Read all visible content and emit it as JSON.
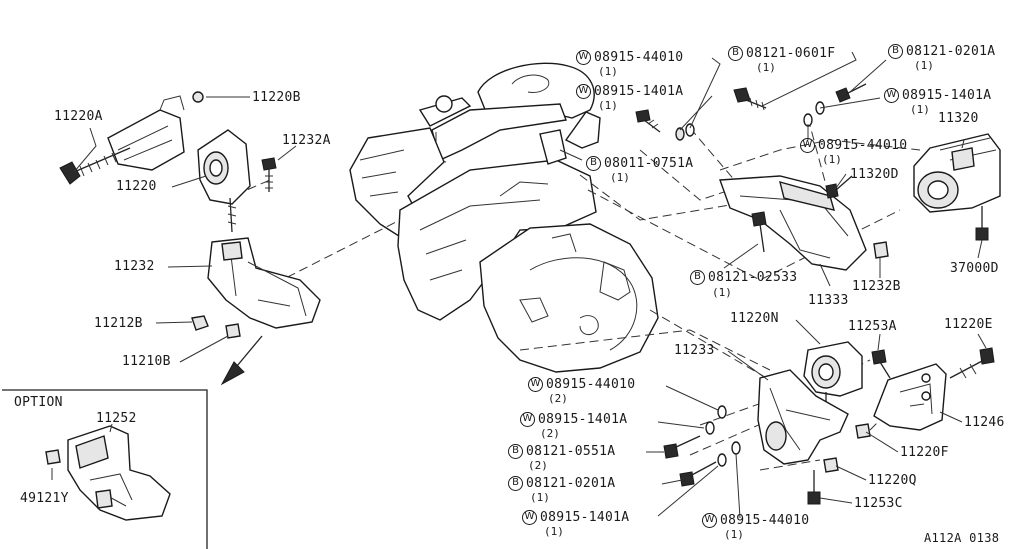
{
  "diagram_code": "A112A 0138",
  "option_box": {
    "title": "OPTION"
  },
  "callouts": [
    {
      "id": "11220A",
      "text": "11220A"
    },
    {
      "id": "11220B",
      "text": "11220B"
    },
    {
      "id": "11232A",
      "text": "11232A"
    },
    {
      "id": "11220",
      "text": "11220"
    },
    {
      "id": "11232",
      "text": "11232"
    },
    {
      "id": "11212B",
      "text": "11212B"
    },
    {
      "id": "11210B",
      "text": "11210B"
    },
    {
      "id": "11252",
      "text": "11252"
    },
    {
      "id": "49121Y",
      "text": "49121Y"
    },
    {
      "id": "w-08915-44010-a",
      "prefix": "W",
      "text": "08915-44010",
      "qty": "(1)"
    },
    {
      "id": "w-08915-1401a-a",
      "prefix": "W",
      "text": "08915-1401A",
      "qty": "(1)"
    },
    {
      "id": "b-08121-0601f",
      "prefix": "B",
      "text": "08121-0601F",
      "qty": "(1)"
    },
    {
      "id": "b-08121-0201a-a",
      "prefix": "B",
      "text": "08121-0201A",
      "qty": "(1)"
    },
    {
      "id": "w-08915-1401a-b",
      "prefix": "W",
      "text": "08915-1401A",
      "qty": "(1)"
    },
    {
      "id": "11320",
      "text": "11320"
    },
    {
      "id": "w-08915-44010-b",
      "prefix": "W",
      "text": "08915-44010",
      "qty": "(1)"
    },
    {
      "id": "b-08011-0751a",
      "prefix": "B",
      "text": "08011-0751A",
      "qty": "(1)"
    },
    {
      "id": "11320D",
      "text": "11320D"
    },
    {
      "id": "b-08121-02533",
      "prefix": "B",
      "text": "08121-02533",
      "qty": "(1)"
    },
    {
      "id": "11333",
      "text": "11333"
    },
    {
      "id": "11232B",
      "text": "11232B"
    },
    {
      "id": "37000D",
      "text": "37000D"
    },
    {
      "id": "11220N",
      "text": "11220N"
    },
    {
      "id": "11253A",
      "text": "11253A"
    },
    {
      "id": "11220E",
      "text": "11220E"
    },
    {
      "id": "11233",
      "text": "11233"
    },
    {
      "id": "w-08915-44010-c",
      "prefix": "W",
      "text": "08915-44010",
      "qty": "(2)"
    },
    {
      "id": "w-08915-1401a-c",
      "prefix": "W",
      "text": "08915-1401A",
      "qty": "(2)"
    },
    {
      "id": "b-08121-0551a",
      "prefix": "B",
      "text": "08121-0551A",
      "qty": "(2)"
    },
    {
      "id": "b-08121-0201a-b",
      "prefix": "B",
      "text": "08121-0201A",
      "qty": "(1)"
    },
    {
      "id": "w-08915-1401a-d",
      "prefix": "W",
      "text": "08915-1401A",
      "qty": "(1)"
    },
    {
      "id": "w-08915-44010-d",
      "prefix": "W",
      "text": "08915-44010",
      "qty": "(1)"
    },
    {
      "id": "11246",
      "text": "11246"
    },
    {
      "id": "11220F",
      "text": "11220F"
    },
    {
      "id": "11220Q",
      "text": "11220Q"
    },
    {
      "id": "11253C",
      "text": "11253C"
    }
  ]
}
